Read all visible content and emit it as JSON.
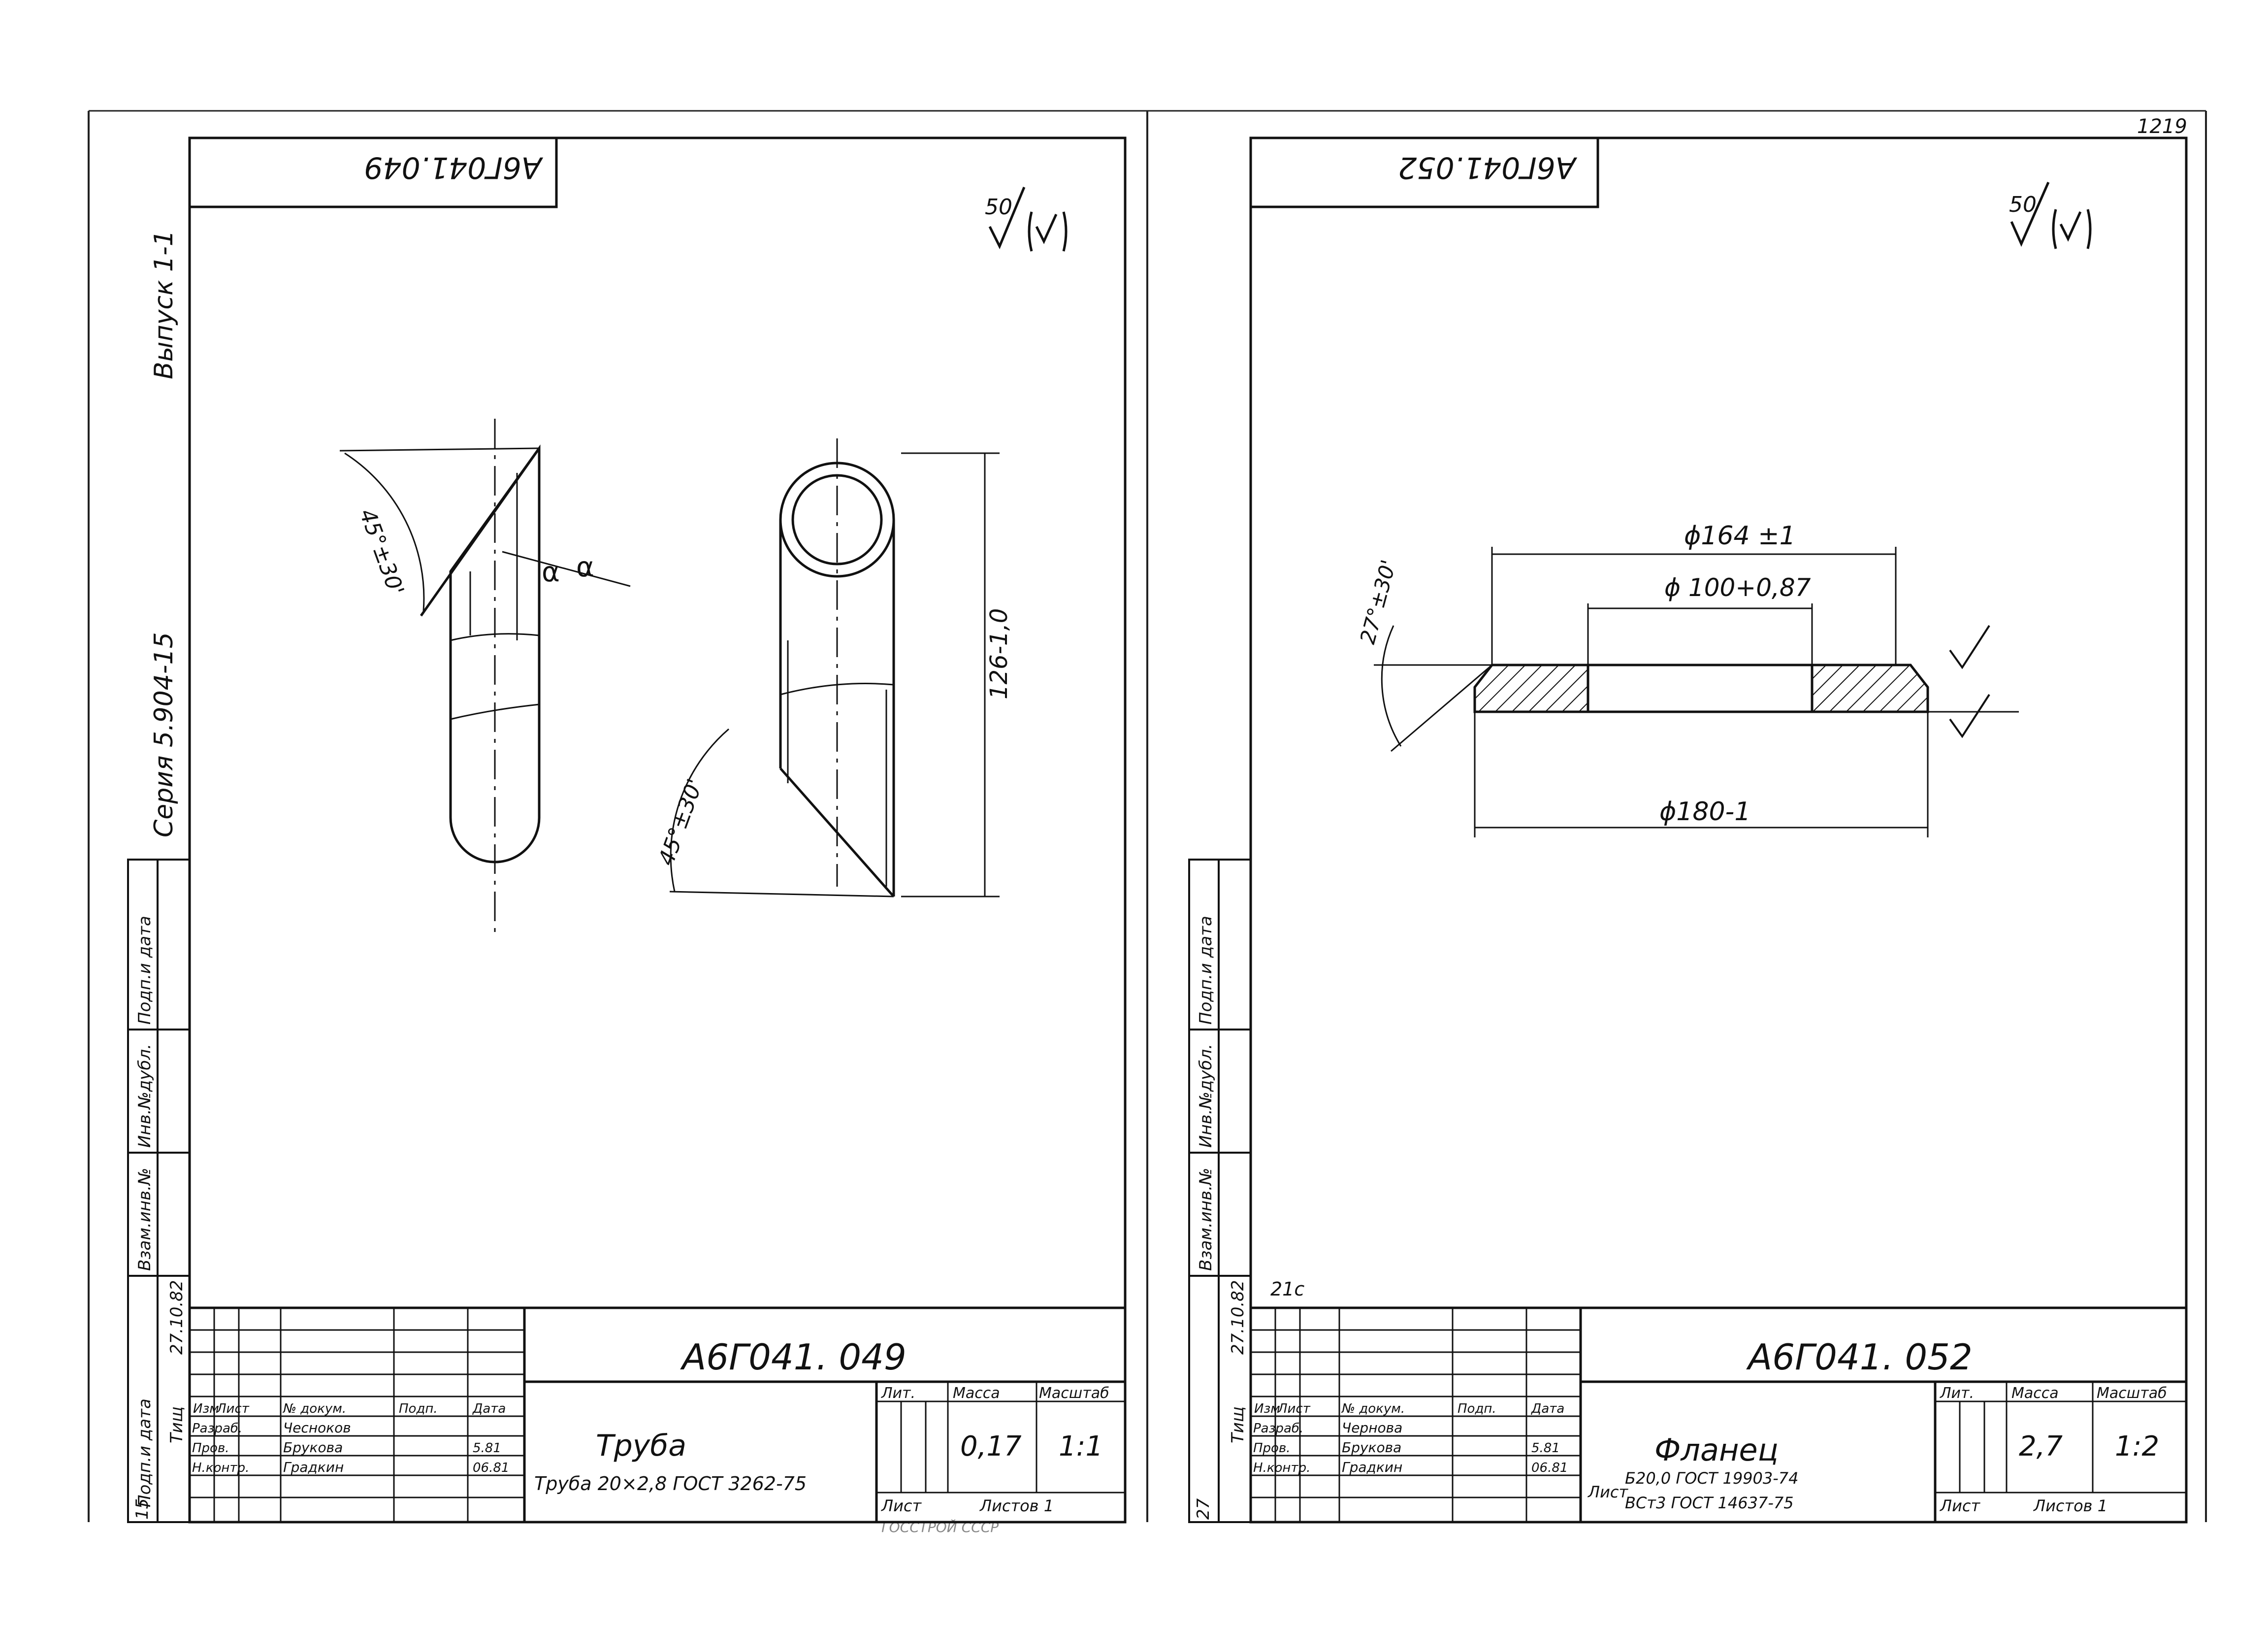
{
  "page_corner_note": "1219",
  "left": {
    "code_top": "А6Г041.049",
    "roughness_value": "50",
    "side_series": "Серия 5.904-15",
    "side_issue": "Выпуск 1-1",
    "side_cols": [
      "Взам.инв.№",
      "Инв.№дубл.",
      "Подп.и дата"
    ],
    "side_cols_top": [
      "Подп.и дата",
      "Инв.№дубл.",
      "Подп.и дата"
    ],
    "side_date": "27.10.82",
    "side_sign": "Тищ",
    "side_inv": "15",
    "angle_top": "45°±30'",
    "angle_bottom": "45°±30'",
    "dim_length": "126-1,0",
    "alpha_mark": "α",
    "title_code": "А6Г041. 049",
    "part_name": "Труба",
    "material": "Труба 20×2,8  ГОСТ 3262-75",
    "col_lit": "Лит.",
    "col_mass": "Масса",
    "col_scale": "Масштаб",
    "mass": "0,17",
    "scale": "1:1",
    "sheet_label": "Лист",
    "sheets_label": "Листов 1",
    "stamp_headers": [
      "Изм",
      "Лист",
      "№ докум.",
      "Подп.",
      "Дата"
    ],
    "roles": [
      "Разраб.",
      "Пров.",
      "Н.контр."
    ],
    "names": [
      "Чесноков",
      "Брукова",
      "Градкин"
    ],
    "dates": [
      "",
      "5.81",
      "06.81"
    ],
    "bottom_fragment": "ГОССТРОЙ СССР"
  },
  "right": {
    "code_top": "А6Г041.052",
    "roughness_value": "50",
    "side_cols": [
      "Взам.инв.№",
      "Инв.№дубл.",
      "Подп.и дата"
    ],
    "side_date": "27.10.82",
    "side_sign": "Тищ",
    "side_inv": "27",
    "stamp_note": "21с",
    "dim_164": "ϕ164 ±1",
    "dim_100": "ϕ 100+0,87",
    "dim_180": "ϕ180-1",
    "angle": "27°±30'",
    "title_code": "А6Г041. 052",
    "part_name": "Фланец",
    "material_line1": "Б20,0  ГОСТ 19903-74",
    "material_prefix": "Лист",
    "material_line2": "ВСт3 ГОСТ 14637-75",
    "col_lit": "Лит.",
    "col_mass": "Масса",
    "col_scale": "Масштаб",
    "mass": "2,7",
    "scale": "1:2",
    "sheet_label": "Лист",
    "sheets_label": "Листов 1",
    "stamp_headers": [
      "Изм",
      "Лист",
      "№ докум.",
      "Подп.",
      "Дата"
    ],
    "roles": [
      "Разраб.",
      "Пров.",
      "Н.контр."
    ],
    "names": [
      "Чернова",
      "Брукова",
      "Градкин"
    ],
    "dates": [
      "",
      "5.81",
      "06.81"
    ]
  }
}
